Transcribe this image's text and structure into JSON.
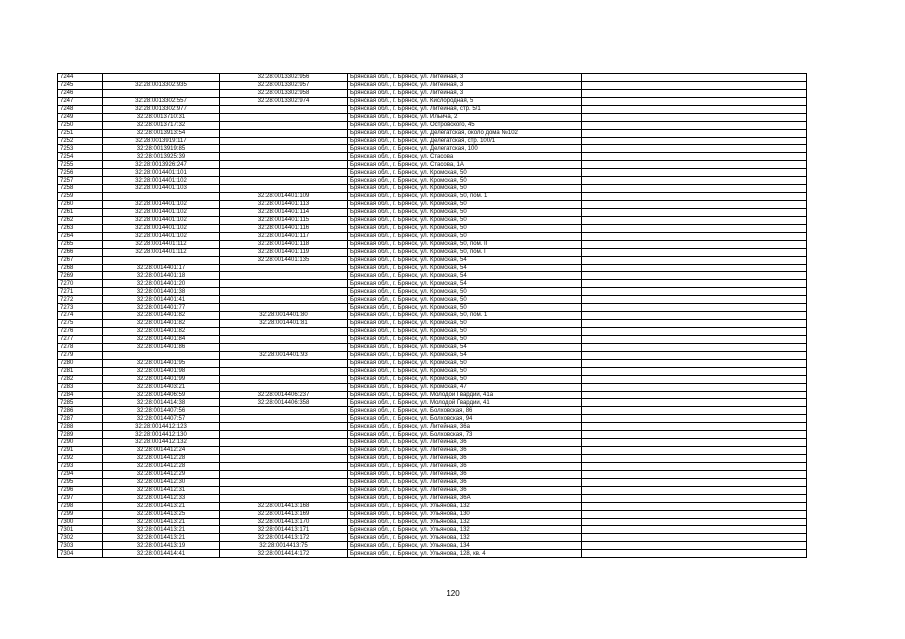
{
  "page_number": "120",
  "rows": [
    [
      "7244",
      "",
      "32:28:0013302:956",
      "Брянская обл., г. Брянск, ул. Литейная, 3"
    ],
    [
      "7245",
      "32:28:0013302:935",
      "32:28:0013302:957",
      "Брянская обл., г. Брянск, ул. Литейная, 3"
    ],
    [
      "7246",
      "",
      "32:28:0013302:958",
      "Брянская обл., г. Брянск, ул. Литейная, 3"
    ],
    [
      "7247",
      "32:28:0013302:557",
      "32:28:0013302:974",
      "Брянская обл., г. Брянск, ул. Кислородная, 5"
    ],
    [
      "7248",
      "32:28:0013302:977",
      "",
      "Брянская обл., г. Брянск, ул. Литейная, стр. 5/1"
    ],
    [
      "7249",
      "32:28:0013710:31",
      "",
      "Брянская обл., г. Брянск, ул. Ильича, 2"
    ],
    [
      "7250",
      "32:28:0013717:32",
      "",
      "Брянская обл., г. Брянск, ул. Островского, 45"
    ],
    [
      "7251",
      "32:28:0013913:54",
      "",
      "Брянская обл., г. Брянск, ул. Делегатская, около дома №102"
    ],
    [
      "7252",
      "32:28:0013919:117",
      "",
      "Брянская обл., г. Брянск, ул. Делегатская, стр. 100/1"
    ],
    [
      "7253",
      "32:28:0013919:85",
      "",
      "Брянская обл., г. Брянск, ул. Делегатская, 100"
    ],
    [
      "7254",
      "32:28:0013925:39",
      "",
      "Брянская обл., г. Брянск, ул. Стасова"
    ],
    [
      "7255",
      "32:28:0013926:247",
      "",
      "Брянская обл., г. Брянск, ул. Стасова, 1А"
    ],
    [
      "7256",
      "32:28:0014401:101",
      "",
      "Брянская обл., г. Брянск, ул. Кромская, 50"
    ],
    [
      "7257",
      "32:28:0014401:102",
      "",
      "Брянская обл., г. Брянск, ул. Кромская, 50"
    ],
    [
      "7258",
      "32:28:0014401:103",
      "",
      "Брянская обл., г. Брянск, ул. Кромская, 50"
    ],
    [
      "7259",
      "",
      "32:28:0014401:109",
      "Брянская обл., г. Брянск, ул. Кромская, 50, пом. 1"
    ],
    [
      "7260",
      "32:28:0014401:102",
      "32:28:0014401:113",
      "Брянская обл., г. Брянск, ул. Кромская, 50"
    ],
    [
      "7261",
      "32:28:0014401:102",
      "32:28:0014401:114",
      "Брянская обл., г. Брянск, ул. Кромская, 50"
    ],
    [
      "7262",
      "32:28:0014401:102",
      "32:28:0014401:115",
      "Брянская обл., г. Брянск, ул. Кромская, 50"
    ],
    [
      "7263",
      "32:28:0014401:102",
      "32:28:0014401:116",
      "Брянская обл., г. Брянск, ул. Кромская, 50"
    ],
    [
      "7264",
      "32:28:0014401:102",
      "32:28:0014401:117",
      "Брянская обл., г. Брянск, ул. Кромская, 50"
    ],
    [
      "7265",
      "32:28:0014401:112",
      "32:28:0014401:118",
      "Брянская обл., г. Брянск, ул. Кромская, 50, пом. II"
    ],
    [
      "7266",
      "32:28:0014401:112",
      "32:28:0014401:119",
      "Брянская обл., г. Брянск, ул. Кромская, 50, пом. I"
    ],
    [
      "7267",
      "",
      "32:28:0014401:135",
      "Брянская обл., г. Брянск, ул. Кромская, 54"
    ],
    [
      "7268",
      "32:28:0014401:17",
      "",
      "Брянская обл., г. Брянск, ул. Кромская, 54"
    ],
    [
      "7269",
      "32:28:0014401:18",
      "",
      "Брянская обл., г. Брянск, ул. Кромская, 54"
    ],
    [
      "7270",
      "32:28:0014401:20",
      "",
      "Брянская обл., г. Брянск, ул. Кромская, 54"
    ],
    [
      "7271",
      "32:28:0014401:38",
      "",
      "Брянская обл., г. Брянск, ул. Кромская, 50"
    ],
    [
      "7272",
      "32:28:0014401:41",
      "",
      "Брянская обл., г. Брянск, ул. Кромская, 50"
    ],
    [
      "7273",
      "32:28:0014401:77",
      "",
      "Брянская обл., г. Брянск, ул. Кромская, 50"
    ],
    [
      "7274",
      "32:28:0014401:82",
      "32:28:0014401:80",
      "Брянская обл., г. Брянск, ул. Кромская, 50, пом. 1"
    ],
    [
      "7275",
      "32:28:0014401:82",
      "32:28:0014401:81",
      "Брянская обл., г. Брянск, ул. Кромская, 50"
    ],
    [
      "7276",
      "32:28:0014401:82",
      "",
      "Брянская обл., г. Брянск, ул. Кромская, 50"
    ],
    [
      "7277",
      "32:28:0014401:84",
      "",
      "Брянская обл., г. Брянск, ул. Кромская, 50"
    ],
    [
      "7278",
      "32:28:0014401:86",
      "",
      "Брянская обл., г. Брянск, ул. Кромская, 54"
    ],
    [
      "7279",
      "",
      "32:28:0014401:93",
      "Брянская обл., г. Брянск, ул. Кромская, 54"
    ],
    [
      "7280",
      "32:28:0014401:95",
      "",
      "Брянская обл., г. Брянск, ул. Кромская, 50"
    ],
    [
      "7281",
      "32:28:0014401:98",
      "",
      "Брянская обл., г. Брянск, ул. Кромская, 50"
    ],
    [
      "7282",
      "32:28:0014401:99",
      "",
      "Брянская обл., г. Брянск, ул. Кромская, 50"
    ],
    [
      "7283",
      "32:28:0014403:21",
      "",
      "Брянская обл., г. Брянск, ул. Кромская, 47"
    ],
    [
      "7284",
      "32:28:0014406:59",
      "32:28:0014406:237",
      "Брянская обл., г. Брянск, ул. Молодой Гвардии, 41а"
    ],
    [
      "7285",
      "32:28:0014414:38",
      "32:28:0014406:358",
      "Брянская обл., г. Брянск, ул. Молодой Гвардии, 41"
    ],
    [
      "7286",
      "32:28:0014407:56",
      "",
      "Брянская обл., г. Брянск, ул. Болховская, 86"
    ],
    [
      "7287",
      "32:28:0014407:57",
      "",
      "Брянская обл., г. Брянск, ул. Болховская, 94"
    ],
    [
      "7288",
      "32:28:0014412:123",
      "",
      "Брянская обл., г. Брянск, ул. Литейная, 36а"
    ],
    [
      "7289",
      "32:28:0014412:130",
      "",
      "Брянская обл., г. Брянск, ул. Болховская, 73"
    ],
    [
      "7290",
      "32:28:0014412:132",
      "",
      "Брянская обл., г. Брянск, ул. Литейная, 36"
    ],
    [
      "7291",
      "32:28:0014412:24",
      "",
      "Брянская обл., г. Брянск, ул. Литейная, 36"
    ],
    [
      "7292",
      "32:28:0014412:28",
      "",
      "Брянская обл., г. Брянск, ул. Литейная, 36"
    ],
    [
      "7293",
      "32:28:0014412:28",
      "",
      "Брянская обл., г. Брянск, ул. Литейная, 36"
    ],
    [
      "7294",
      "32:28:0014412:29",
      "",
      "Брянская обл., г. Брянск, ул. Литейная, 36"
    ],
    [
      "7295",
      "32:28:0014412:30",
      "",
      "Брянская обл., г. Брянск, ул. Литейная, 36"
    ],
    [
      "7296",
      "32:28:0014412:31",
      "",
      "Брянская обл., г. Брянск, ул. Литейная, 36"
    ],
    [
      "7297",
      "32:28:0014412:33",
      "",
      "Брянская обл., г. Брянск, ул. Литейная, 36А"
    ],
    [
      "7298",
      "32:28:0014413:21",
      "32:28:0014413:168",
      "Брянская обл., г. Брянск, ул. Ульянова, 132"
    ],
    [
      "7299",
      "32:28:0014413:25",
      "32:28:0014413:169",
      "Брянская обл., г. Брянск, ул. Ульянова, 130"
    ],
    [
      "7300",
      "32:28:0014413:21",
      "32:28:0014413:170",
      "Брянская обл., г. Брянск, ул. Ульянова, 132"
    ],
    [
      "7301",
      "32:28:0014413:21",
      "32:28:0014413:171",
      "Брянская обл., г. Брянск, ул. Ульянова, 132"
    ],
    [
      "7302",
      "32:28:0014413:21",
      "32:28:0014413:172",
      "Брянская обл., г. Брянск, ул. Ульянова, 132"
    ],
    [
      "7303",
      "32:28:0014413:19",
      "32:28:0014413:75",
      "Брянская обл., г. Брянск, ул. Ульянова, 134"
    ],
    [
      "7304",
      "32:28:0014414:41",
      "32:28:0014414:172",
      "Брянская обл., г. Брянск, ул. Ульянова, 128, кв. 4"
    ]
  ]
}
